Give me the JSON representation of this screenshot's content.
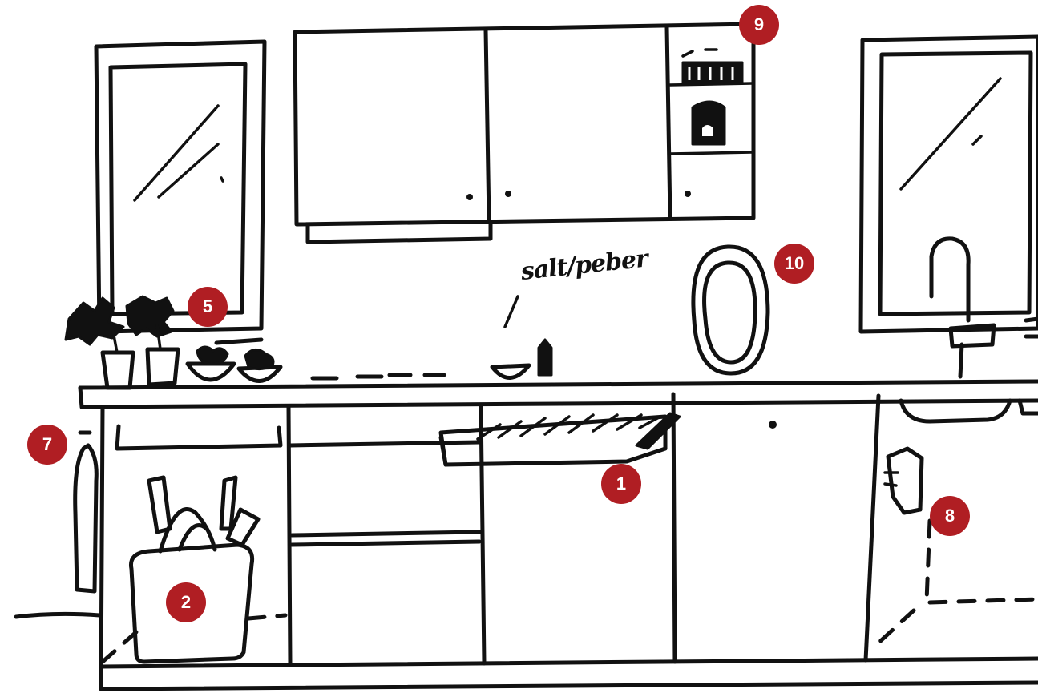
{
  "accent_color": "#b01e23",
  "annotation": {
    "text": "salt/peber"
  },
  "markers": [
    {
      "id": "m1",
      "label": "1"
    },
    {
      "id": "m2",
      "label": "2"
    },
    {
      "id": "m5",
      "label": "5"
    },
    {
      "id": "m7",
      "label": "7"
    },
    {
      "id": "m8",
      "label": "8"
    },
    {
      "id": "m9",
      "label": "9"
    },
    {
      "id": "m10",
      "label": "10"
    }
  ]
}
